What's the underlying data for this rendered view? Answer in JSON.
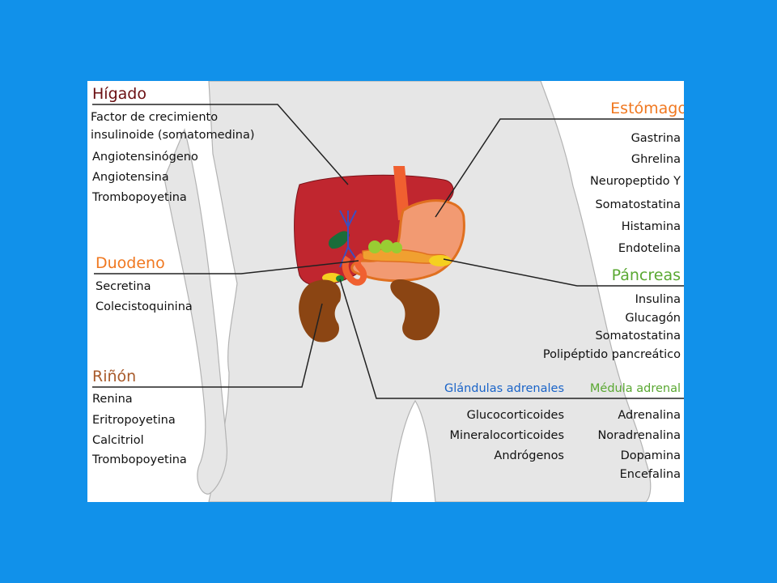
{
  "colors": {
    "background": "#1191ea",
    "liver": "#c0262f",
    "stomach": "#f29a72",
    "kidney": "#8b4513",
    "liver_heading": "#6b0f12",
    "orange_heading": "#f07820",
    "green_heading": "#5aa832",
    "kidney_heading": "#a85a2a",
    "adrenal_heading": "#1a64c8"
  },
  "sections": {
    "higado": {
      "title": "Hígado",
      "items": [
        "Factor de crecimiento",
        "insulinoide (somatomedina)",
        "Angiotensinógeno",
        "Angiotensina",
        "Trombopoyetina"
      ]
    },
    "estomago": {
      "title": "Estómago",
      "items": [
        "Gastrina",
        "Ghrelina",
        "Neuropeptido Y",
        "Somatostatina",
        "Histamina",
        "Endotelina"
      ]
    },
    "duodeno": {
      "title": "Duodeno",
      "items": [
        "Secretina",
        "Colecistoquinina"
      ]
    },
    "pancreas": {
      "title": "Páncreas",
      "items": [
        "Insulina",
        "Glucagón",
        "Somatostatina",
        "Polipéptido pancreático"
      ]
    },
    "rinon": {
      "title": "Riñón",
      "items": [
        "Renina",
        "Eritropoyetina",
        "Calcitriol",
        "Trombopoyetina"
      ]
    },
    "adrenales": {
      "title": "Glándulas adrenales",
      "items": [
        "Glucocorticoides",
        "Mineralocorticoides",
        "Andrógenos"
      ]
    },
    "medula": {
      "title": "Médula adrenal",
      "items": [
        "Adrenalina",
        "Noradrenalina",
        "Dopamina",
        "Encefalina"
      ]
    }
  }
}
